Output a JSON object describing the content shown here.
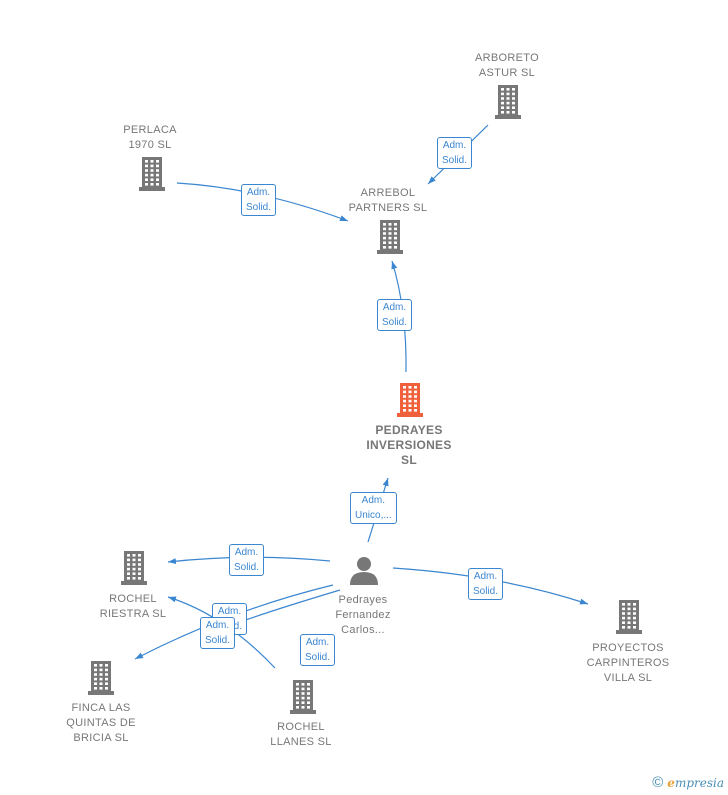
{
  "colors": {
    "edge": "#3b86d0",
    "building": "#777777",
    "main_building": "#f0603a"
  },
  "nodes": {
    "arboreto": {
      "label": "ARBORETO\nASTUR  SL",
      "icon": "building-icon"
    },
    "perlaca": {
      "label": "PERLACA\n1970 SL",
      "icon": "building-icon"
    },
    "arrebol": {
      "label": "ARREBOL\nPARTNERS  SL",
      "icon": "building-icon"
    },
    "pedrayes_inv": {
      "label": "PEDRAYES\nINVERSIONES\nSL",
      "icon": "building-icon"
    },
    "pedrayes_person": {
      "label": "Pedrayes\nFernandez\nCarlos...",
      "icon": "person-icon"
    },
    "rochel_riestra": {
      "label": "ROCHEL\nRIESTRA  SL",
      "icon": "building-icon"
    },
    "finca": {
      "label": "FINCA LAS\nQUINTAS DE\nBRICIA  SL",
      "icon": "building-icon"
    },
    "rochel_llanes": {
      "label": "ROCHEL\nLLANES  SL",
      "icon": "building-icon"
    },
    "proyectos": {
      "label": "PROYECTOS\nCARPINTEROS\nVILLA SL",
      "icon": "building-icon"
    }
  },
  "edges": [
    {
      "from": "arboreto",
      "to": "arrebol",
      "label": "Adm.\nSolid."
    },
    {
      "from": "perlaca",
      "to": "arrebol",
      "label": "Adm.\nSolid."
    },
    {
      "from": "pedrayes_inv",
      "to": "arrebol",
      "label": "Adm.\nSolid."
    },
    {
      "from": "pedrayes_person",
      "to": "pedrayes_inv",
      "label": "Adm.\nUnico,..."
    },
    {
      "from": "pedrayes_person",
      "to": "rochel_riestra",
      "label": "Adm.\nSolid."
    },
    {
      "from": "pedrayes_person",
      "to": "proyectos",
      "label": "Adm.\nSolid."
    },
    {
      "from": "pedrayes_person",
      "to": "finca",
      "label": "Adm.\nSolid."
    },
    {
      "from": "rochel_llanes",
      "to": "rochel_riestra",
      "label": "Adm.\nSolid."
    },
    {
      "from": "pedrayes_person",
      "to": "rochel_llanes",
      "label": "Adm.\nSolid."
    }
  ],
  "footer": {
    "copyright": "©",
    "brand_initial": "e",
    "brand_rest": "mpresia"
  }
}
